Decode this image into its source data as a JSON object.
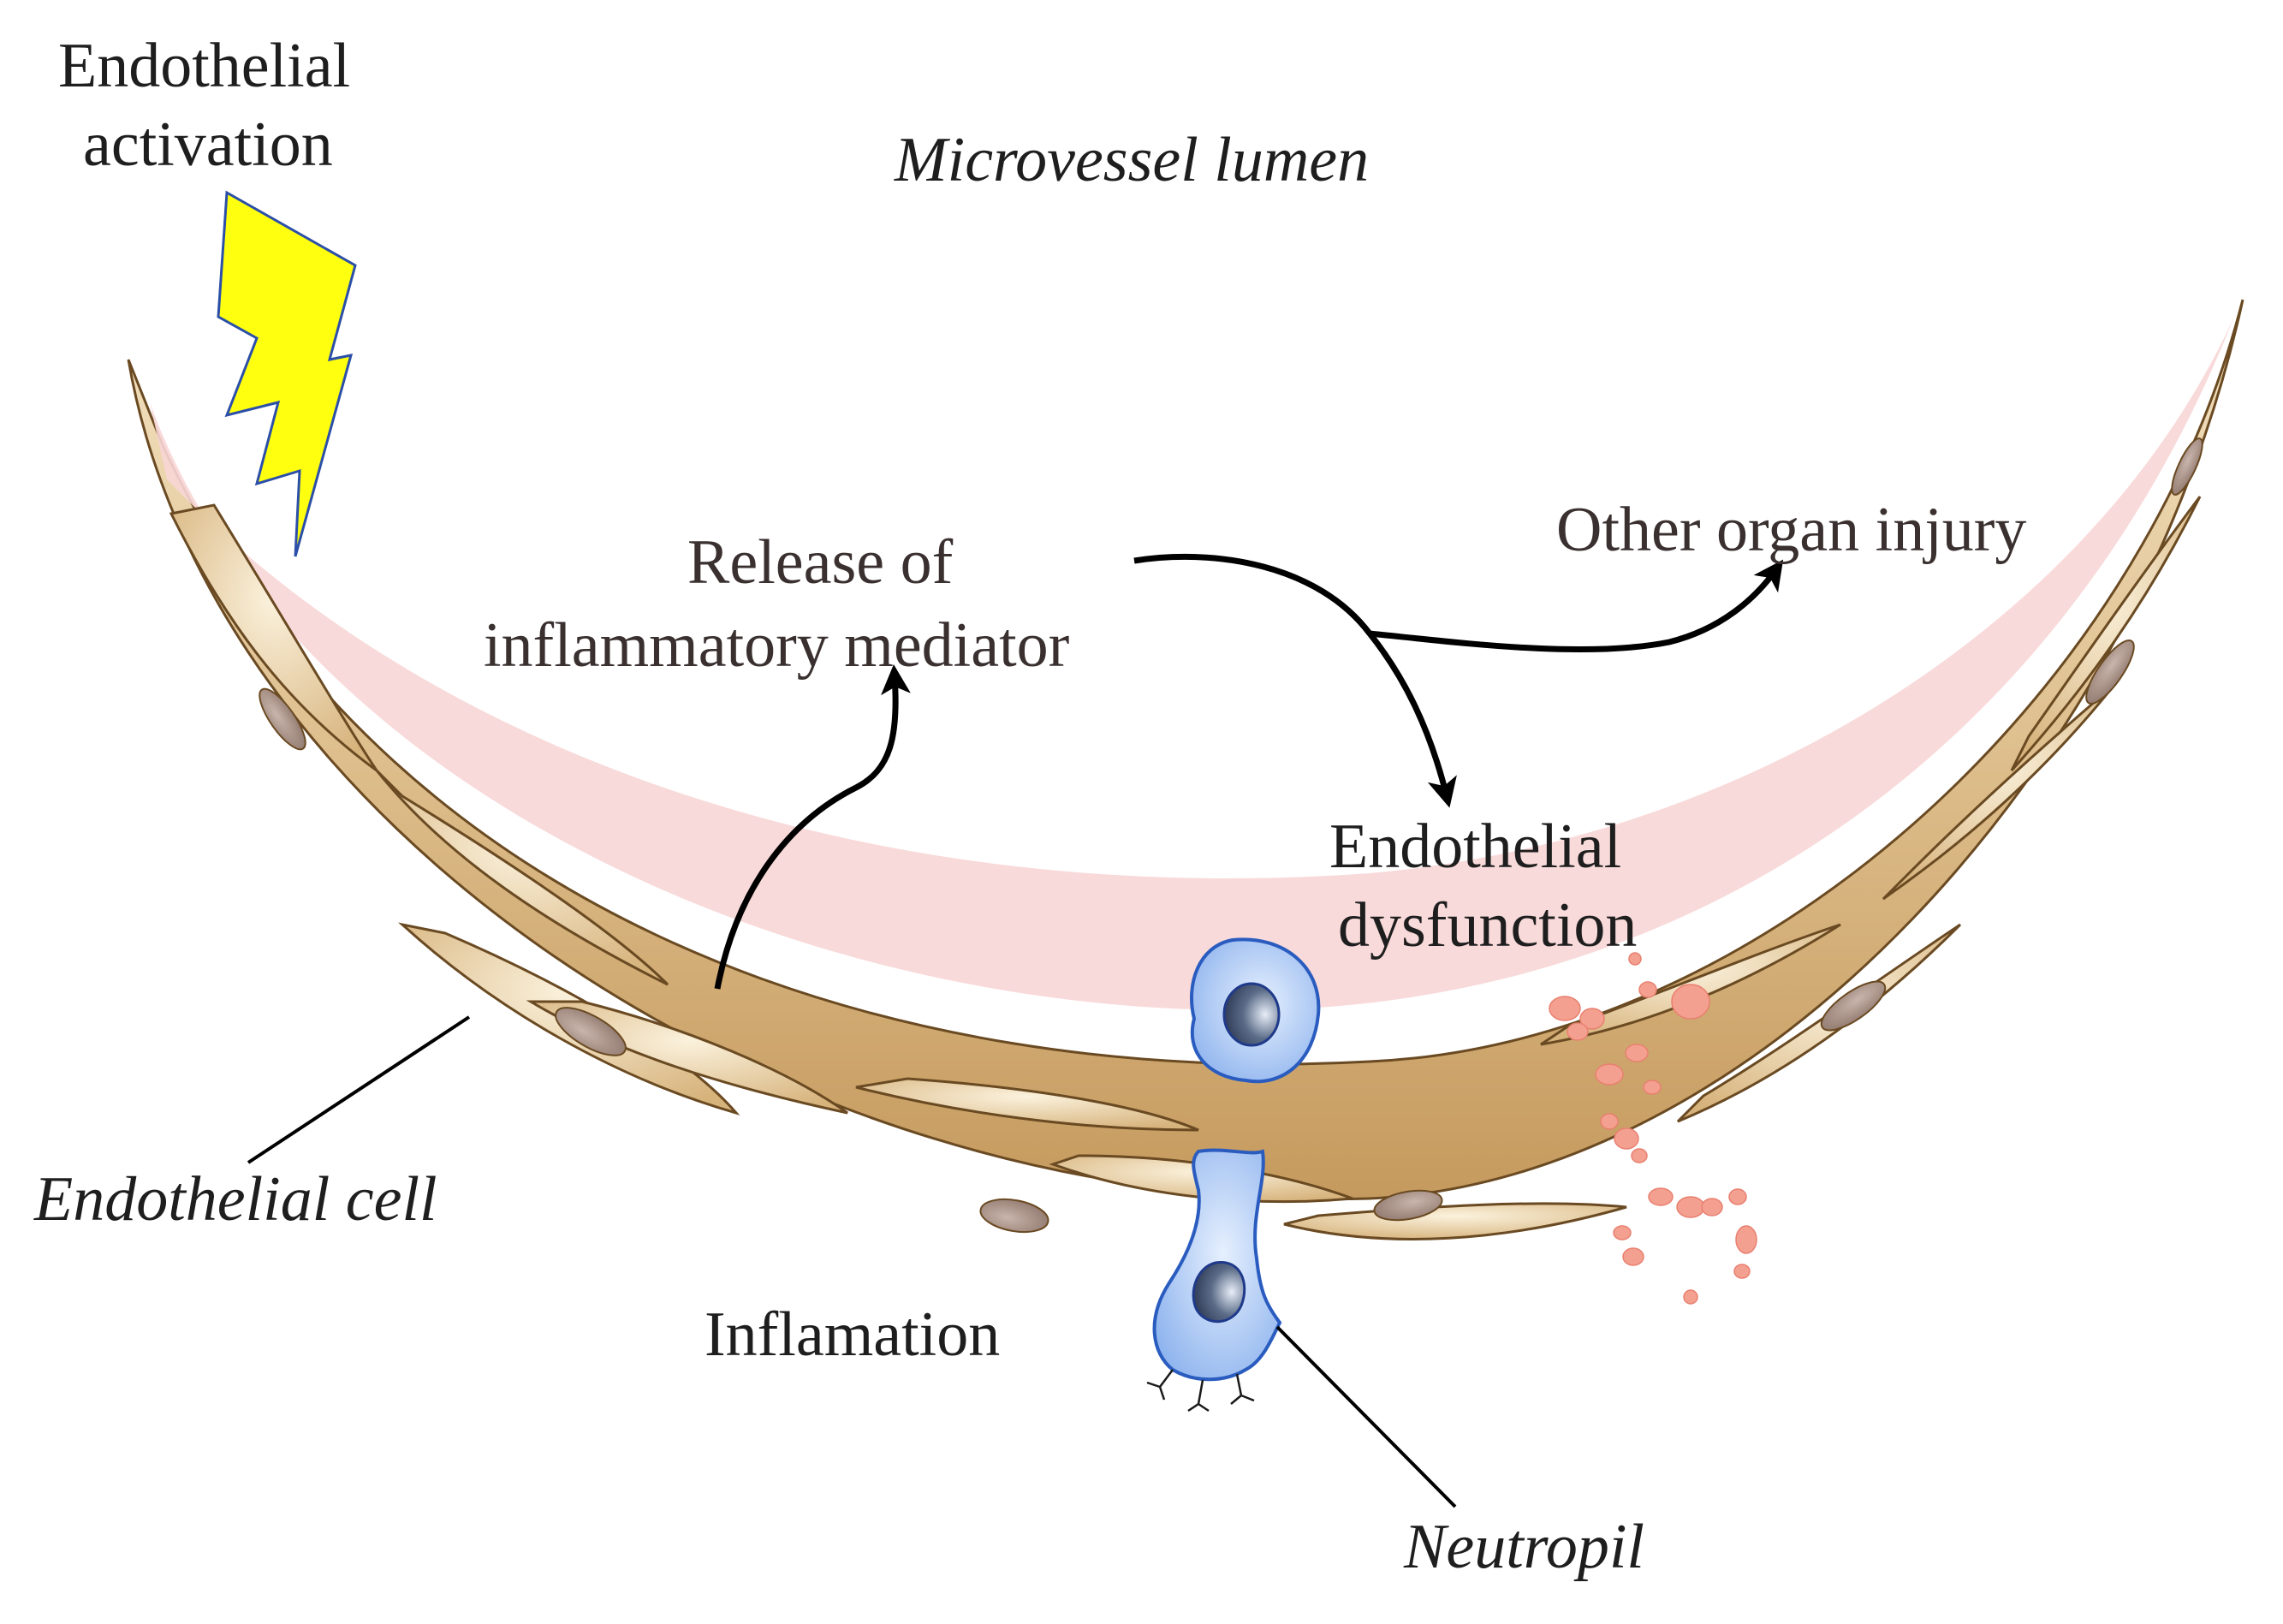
{
  "labels": {
    "endothelial_activation_l1": "Endothelial",
    "endothelial_activation_l2": "activation",
    "microvessel_lumen": "Microvessel lumen",
    "release_l1": "Release of",
    "release_l2": "inflammatory mediator",
    "other_organ_injury": "Other organ injury",
    "dysfunction_l1": "Endothelial",
    "dysfunction_l2": "dysfunction",
    "endothelial_cell": "Endothelial cell",
    "inflamation": "Inflamation",
    "neutropil": "Neutropil"
  },
  "colors": {
    "vessel_wall": "#d6b27e",
    "cell_outline": "#6a4a22",
    "nucleus": "#a89088",
    "lumen_pink": "#f8d6d6",
    "bolt": "#ffff10",
    "neutrophil": "#a9c8f4",
    "debris": "#f4a090",
    "arrow": "#000000"
  },
  "icons": {
    "activation": "lightning-bolt-icon"
  }
}
